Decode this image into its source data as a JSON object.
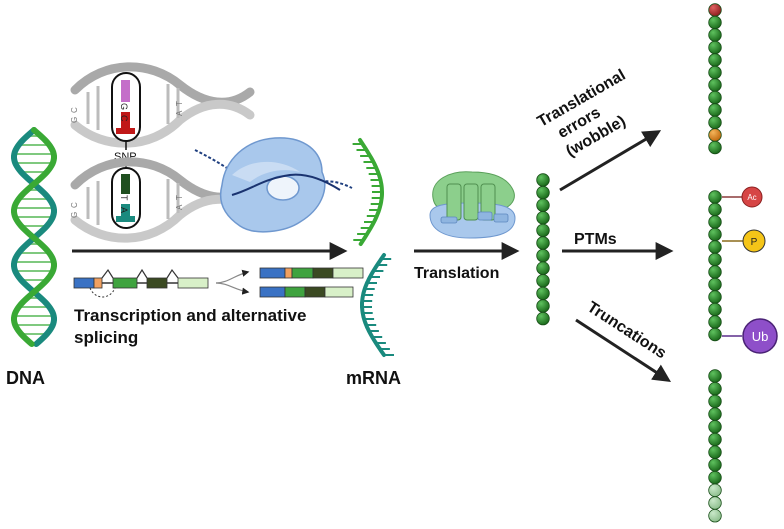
{
  "labels": {
    "dna": "DNA",
    "mrna": "mRNA",
    "snp": "SNP",
    "transcription_line1": "Transcription and alternative",
    "transcription_line2": "splicing",
    "translation": "Translation",
    "translational_errors_line1": "Translational",
    "translational_errors_line2": "errors",
    "translational_errors_line3": "(wobble)",
    "ptms": "PTMs",
    "truncations": "Truncations"
  },
  "snp_bases": {
    "top_pair": [
      "G",
      "C"
    ],
    "bottom_pair": [
      "T",
      "A"
    ],
    "left_letters": [
      "C",
      "G"
    ],
    "right_letters": [
      "T",
      "A"
    ]
  },
  "modifications": {
    "acetylation": "Ac",
    "phosphorylation": "P",
    "ubiquitination": "Ub"
  },
  "colors": {
    "dna_green": "#3aa935",
    "dna_teal": "#1a8a7e",
    "bead_green": "#2e8b2e",
    "bead_dark": "#1b5e1b",
    "error_red": "#c0392b",
    "error_orange": "#e08a1e",
    "ac_red": "#d64545",
    "p_yellow": "#f5c518",
    "ub_purple": "#8e4fc9",
    "exon_blue": "#3a72c4",
    "exon_orange": "#f0a060",
    "exon_green": "#3fa33f",
    "exon_dark": "#3b4a22",
    "exon_light": "#d8f0c8",
    "ribosome_blue": "#a9c8ec",
    "ribosome_green": "#8ccf8c"
  }
}
